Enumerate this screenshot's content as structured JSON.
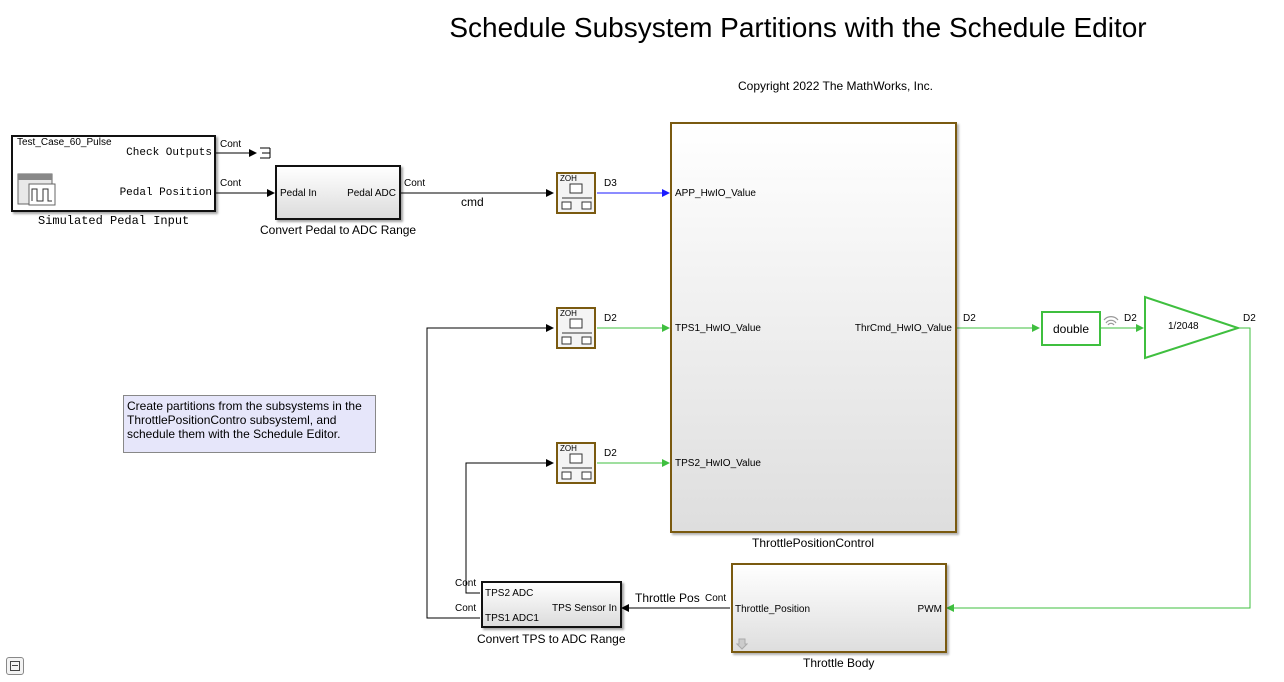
{
  "title": "Schedule Subsystem Partitions with the Schedule Editor",
  "copyright": "Copyright 2022 The MathWorks, Inc.",
  "colors": {
    "discrete_d2": "#3fbf3f",
    "discrete_d3": "#1a1aff",
    "block_border": "#7a5a10",
    "note_bg": "#e6e6fa"
  },
  "blocks": {
    "test_case": {
      "name": "Test_Case_60_Pulse",
      "out1": "Check Outputs",
      "out2": "Pedal Position",
      "caption": "Simulated Pedal Input"
    },
    "pedal_adc": {
      "in": "Pedal In",
      "out": "Pedal ADC",
      "caption": "Convert Pedal to ADC Range"
    },
    "zoh_label": "ZOH",
    "throttle_control": {
      "in1": "APP_HwIO_Value",
      "in2": "TPS1_HwIO_Value",
      "in3": "TPS2_HwIO_Value",
      "out": "ThrCmd_HwIO_Value",
      "caption": "ThrottlePositionControl"
    },
    "double": {
      "label": "double"
    },
    "gain": {
      "label": "1/2048"
    },
    "throttle_body": {
      "in": "Throttle_Position",
      "out": "PWM",
      "caption": "Throttle Body"
    },
    "tps_adc": {
      "in": "TPS Sensor In",
      "out1": "TPS2 ADC",
      "out2": "TPS1 ADC1",
      "caption": "Convert TPS to ADC Range"
    }
  },
  "signals": {
    "cont": "Cont",
    "cmd": "cmd",
    "d3": "D3",
    "d2": "D2",
    "throttle_pos": "Throttle Pos"
  },
  "note": "Create partitions from the subsystems in the ThrottlePositionContro subsysteml, and schedule them with the Schedule Editor."
}
